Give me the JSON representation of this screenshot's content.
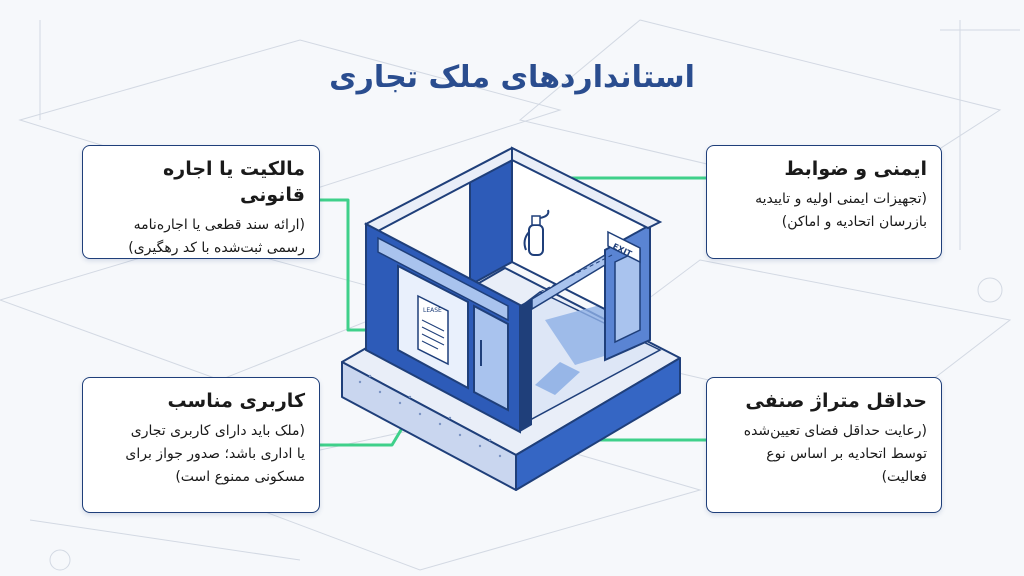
{
  "title": "استانداردهای ملک تجاری",
  "cards": {
    "ownership": {
      "title": "مالکیت یا اجاره قانونی",
      "text": "(ارائه سند قطعی یا اجاره‌نامه\nرسمی ثبت‌شده با کد رهگیری)"
    },
    "safety": {
      "title": "ایمنی و ضوابط",
      "text": "(تجهیزات ایمنی اولیه و تاییدیه\nبازرسان اتحادیه و اماکن)"
    },
    "usage": {
      "title": "کاربری مناسب",
      "text": "(ملک باید دارای کاربری تجاری\nیا اداری باشد؛ صدور جواز برای\nمسکونی ممنوع است)"
    },
    "area": {
      "title": "حداقل متراژ صنفی",
      "text": "(رعایت حداقل فضای تعیین‌شده\nتوسط اتحادیه بر اساس نوع\nفعالیت)"
    }
  },
  "illustration": {
    "lease_label": "LEASE",
    "exit_label": "EXIT"
  },
  "colors": {
    "title": "#2a4d8f",
    "card_border": "#1f3f7a",
    "connector": "#3fd08a",
    "building_dark": "#2d5bb8",
    "building_light": "#a9c3ee"
  },
  "icons": [
    "fire-extinguisher-icon",
    "exit-sign-icon",
    "lease-document-icon"
  ]
}
